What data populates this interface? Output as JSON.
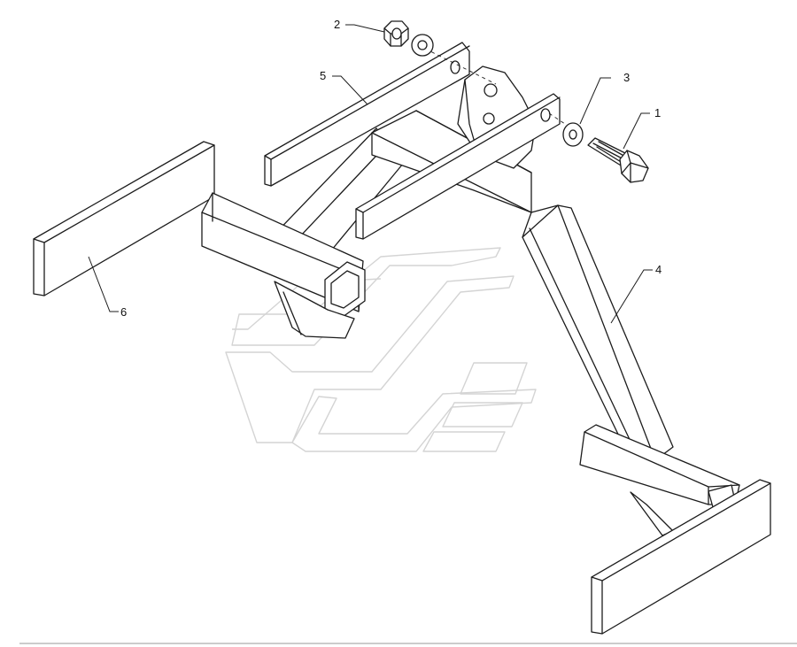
{
  "callouts": [
    {
      "part": "1",
      "label": "1"
    },
    {
      "part": "2",
      "label": "2"
    },
    {
      "part": "3",
      "label": "3"
    },
    {
      "part": "4",
      "label": "4"
    },
    {
      "part": "5",
      "label": "5"
    },
    {
      "part": "6",
      "label": "6"
    }
  ],
  "colors": {
    "line": "#1c1c1c",
    "watermark": "#d4d4d4",
    "background": "#ffffff"
  }
}
